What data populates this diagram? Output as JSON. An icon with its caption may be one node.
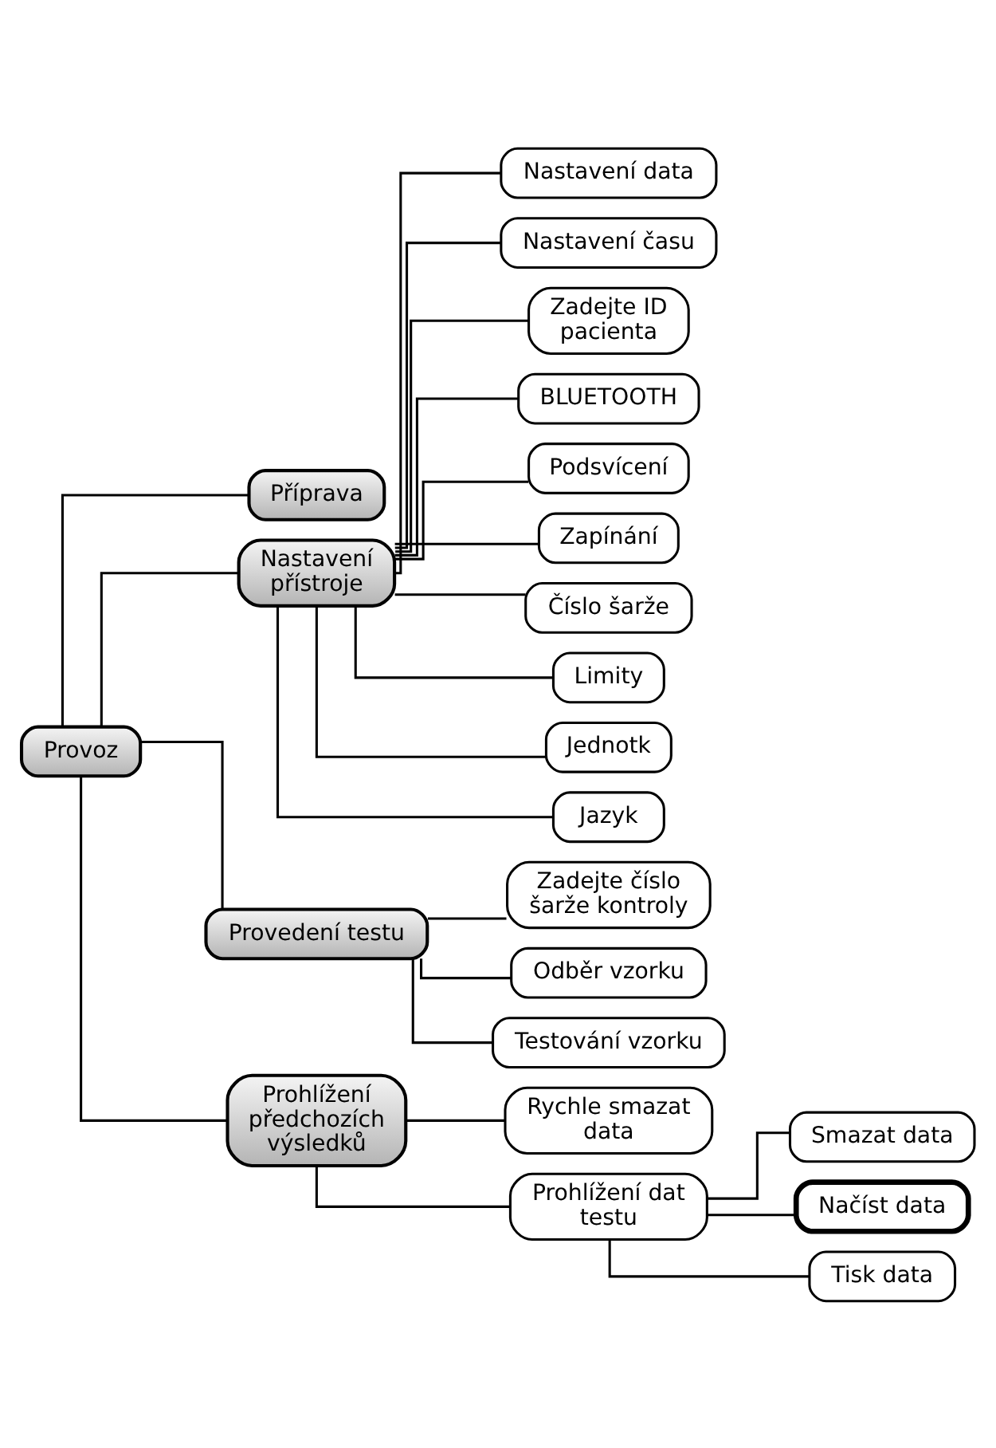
{
  "diagram": {
    "nodes": [
      {
        "text": [
          "Provoz"
        ]
      },
      {
        "text": [
          "Příprava"
        ]
      },
      {
        "text": [
          "Nastavení data"
        ]
      },
      {
        "text": [
          "Nastavení času"
        ]
      },
      {
        "text": [
          "Zadejte ID pacienta"
        ]
      },
      {
        "text": [
          "BLUETOOTH"
        ]
      },
      {
        "text": [
          "Podsvícení"
        ]
      },
      {
        "text": [
          "Nastavení přístroje"
        ]
      },
      {
        "text": [
          "Zapínání"
        ]
      },
      {
        "text": [
          "Číslo šarže"
        ]
      },
      {
        "text": [
          "Limity"
        ]
      },
      {
        "text": [
          "Jednotk"
        ]
      },
      {
        "text": [
          "Jazyk"
        ]
      },
      {
        "text": [
          "Provedení testu"
        ]
      },
      {
        "text": [
          "Zadejte číslo šarže kontroly"
        ]
      },
      {
        "text": [
          "Odběr vzorku"
        ]
      },
      {
        "text": [
          "Testování vzorku"
        ]
      },
      {
        "text": [
          "Prohlížení předchozích výsledků"
        ]
      },
      {
        "text": [
          "Rychle smazat data"
        ]
      },
      {
        "text": [
          "Prohlížení dat testu"
        ]
      },
      {
        "text": [
          "Smazat data"
        ]
      },
      {
        "text": [
          "Načíst data"
        ]
      },
      {
        "text": [
          "Tisk data"
        ]
      }
    ],
    "edges": [
      {
        "from": 0,
        "to": 1,
        "arrow": "none"
      },
      {
        "from": 0,
        "to": 7,
        "arrow": "none"
      },
      {
        "from": 0,
        "to": 13,
        "arrow": "none"
      },
      {
        "from": 0,
        "to": 17,
        "arrow": "none"
      },
      {
        "from": 7,
        "to": 2,
        "arrow": "none"
      },
      {
        "from": 7,
        "to": 3,
        "arrow": "none"
      },
      {
        "from": 7,
        "to": 4,
        "arrow": "none"
      },
      {
        "from": 7,
        "to": 5,
        "arrow": "none"
      },
      {
        "from": 7,
        "to": 6,
        "arrow": "none"
      },
      {
        "from": 7,
        "to": 8,
        "arrow": "none"
      },
      {
        "from": 7,
        "to": 9,
        "arrow": "none"
      },
      {
        "from": 7,
        "to": 10,
        "arrow": "none"
      },
      {
        "from": 7,
        "to": 11,
        "arrow": "none"
      },
      {
        "from": 7,
        "to": 12,
        "arrow": "none"
      },
      {
        "from": 13,
        "to": 14,
        "arrow": "none"
      },
      {
        "from": 13,
        "to": 15,
        "arrow": "none"
      },
      {
        "from": 13,
        "to": 16,
        "arrow": "none"
      },
      {
        "from": 17,
        "to": 18,
        "arrow": "none"
      },
      {
        "from": 17,
        "to": 19,
        "arrow": "none"
      },
      {
        "from": 19,
        "to": 20,
        "arrow": "none"
      },
      {
        "from": 19,
        "to": 21,
        "arrow": "none"
      },
      {
        "from": 19,
        "to": 22,
        "arrow": "none"
      }
    ]
  }
}
